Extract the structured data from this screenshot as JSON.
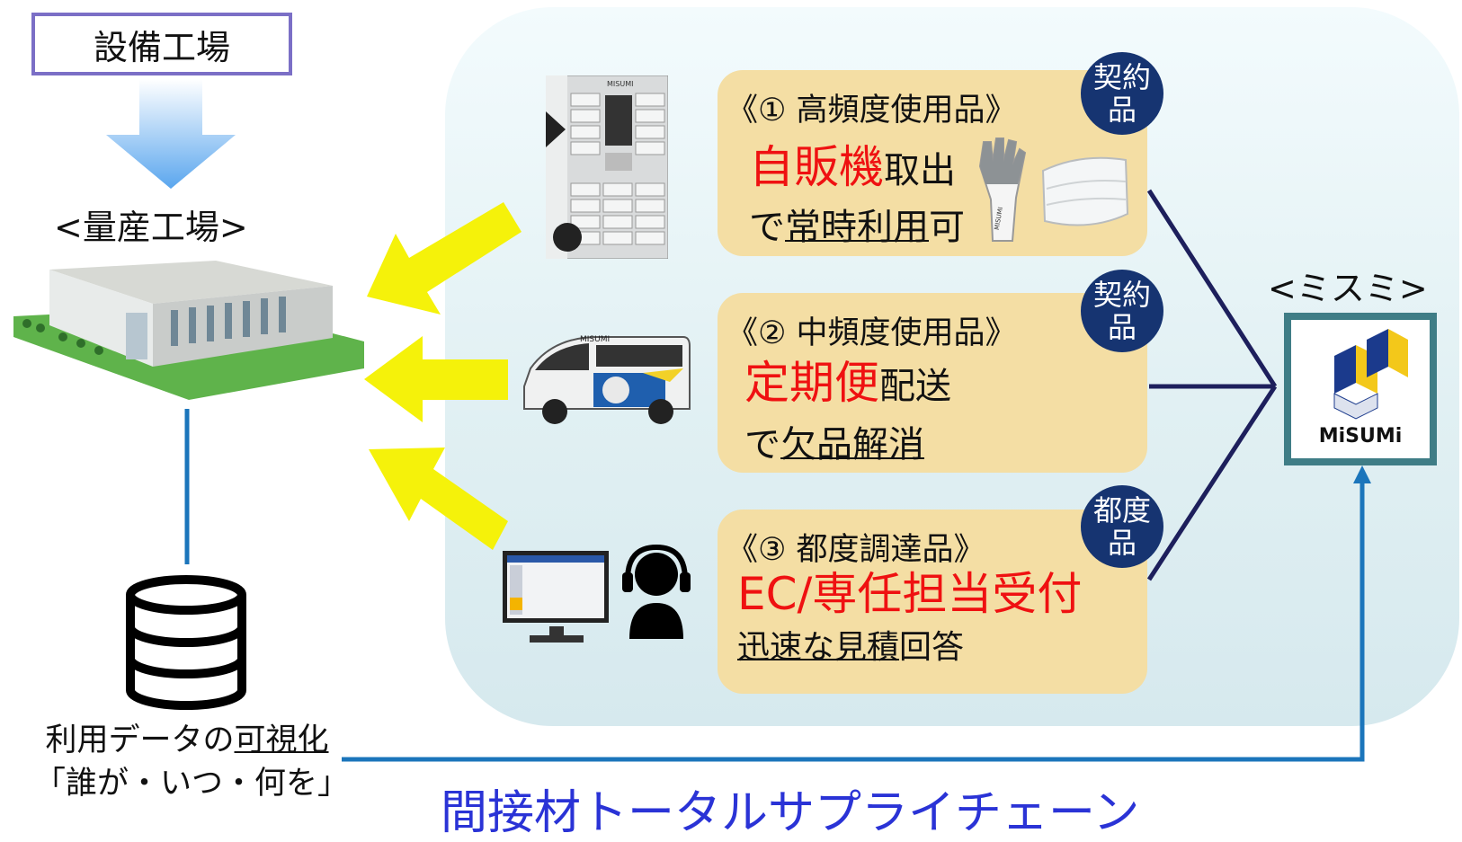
{
  "top_left": {
    "equipment_factory": "設備工場",
    "mass_factory": "<量産工場>"
  },
  "cards": [
    {
      "title": "《① 高頻度使用品》",
      "big": "自販機",
      "big_suffix": "取出",
      "line2_prefix": "で",
      "line2_underlined": "常時利用",
      "line2_suffix": "可",
      "badge_top": "契約",
      "badge_bottom": "品"
    },
    {
      "title": "《② 中頻度使用品》",
      "big": "定期便",
      "big_suffix": "配送",
      "line2_prefix": "で",
      "line2_underlined": "欠品解消",
      "line2_suffix": "",
      "badge_top": "契約",
      "badge_bottom": "品"
    },
    {
      "title": "《③ 都度調達品》",
      "big": "EC/専任担当受付",
      "big_suffix": "",
      "line2_prefix": "",
      "line2_underlined": "迅速な見積",
      "line2_suffix": "回答",
      "badge_top": "都度",
      "badge_bottom": "品"
    }
  ],
  "misumi": {
    "label": "<ミスミ>",
    "logo_text": "MiSUMi"
  },
  "images": {
    "vending_brand": "MISUMI",
    "van_brand": "MISUMI",
    "glove_brand": "MISUMI"
  },
  "data": {
    "line1_prefix": "利用データの",
    "line1_underlined": "可視化",
    "line2": "「誰が・いつ・何を」"
  },
  "footer": {
    "chain": "間接材トータルサプライチェーン"
  },
  "colors": {
    "panel": "#e1f0f3",
    "card": "#f4dea4",
    "badge": "#163471",
    "accent_red": "#ef1111",
    "chain_blue": "#2a33d6",
    "arrow_yellow": "#f5f20a",
    "link_blue": "#1b75bb",
    "navy_line": "#1d1f5c"
  }
}
